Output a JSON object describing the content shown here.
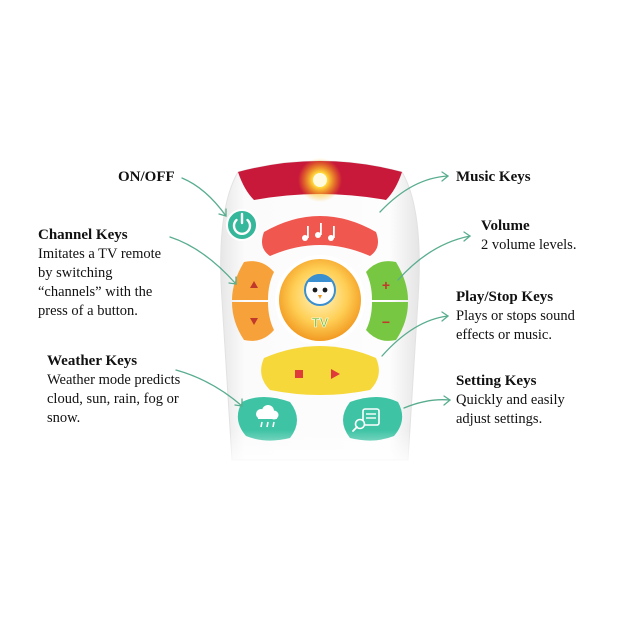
{
  "annotations": {
    "on_off": {
      "title": "ON/OFF"
    },
    "music": {
      "title": "Music Keys"
    },
    "channel": {
      "title": "Channel Keys",
      "lines": [
        "Imitates a TV remote",
        "by switching",
        "“channels” with the",
        "press of a button."
      ]
    },
    "volume": {
      "title": "Volume",
      "lines": [
        "2 volume levels."
      ]
    },
    "play_stop": {
      "title": "Play/Stop Keys",
      "lines": [
        "Plays or stops sound",
        "effects or music."
      ]
    },
    "weather": {
      "title": "Weather Keys",
      "lines": [
        "Weather mode predicts",
        "cloud, sun, rain, fog or",
        "snow."
      ]
    },
    "setting": {
      "title": "Setting Keys",
      "lines": [
        "Quickly and easily",
        "adjust settings."
      ]
    }
  },
  "remote": {
    "center_badge_text": "TV",
    "volume_up_symbol": "+",
    "volume_down_symbol": "−",
    "icons": {
      "power": "power-icon",
      "music": "music-notes-icon",
      "channel_up": "triangle-up-icon",
      "channel_down": "triangle-down-icon",
      "stop": "stop-square-icon",
      "play": "play-triangle-icon",
      "weather": "cloud-rain-icon",
      "setting": "settings-search-icon",
      "mascot": "bird-mascot-icon"
    }
  },
  "colors": {
    "top_band": "#c8193a",
    "power_key": "#34b79a",
    "music_key": "#f0574f",
    "channel_key": "#f7a13a",
    "volume_key": "#78c743",
    "play_stop_key": "#f6d83a",
    "weather_setting_key": "#3ec3a4",
    "arrow": "#59ad8e"
  }
}
